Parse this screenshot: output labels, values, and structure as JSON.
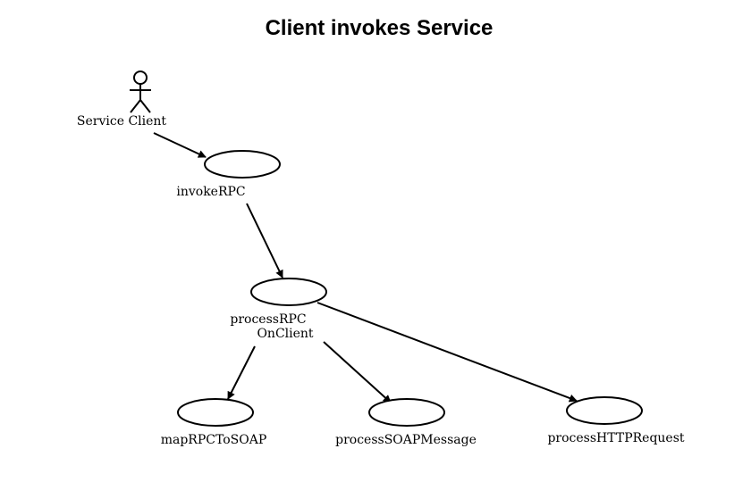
{
  "title": "Client invokes Service",
  "actor": {
    "label": "Service Client"
  },
  "use_cases": [
    {
      "id": "invoke",
      "lines": [
        "invokeRPC"
      ]
    },
    {
      "id": "process",
      "lines": [
        "processRPC",
        "OnClient"
      ]
    },
    {
      "id": "map",
      "lines": [
        "mapRPCToSOAP"
      ]
    },
    {
      "id": "soap",
      "lines": [
        "processSOAPMessage"
      ]
    },
    {
      "id": "http",
      "lines": [
        "processHTTPRequest"
      ]
    }
  ],
  "edges": [
    {
      "from": "actor",
      "to": "invoke"
    },
    {
      "from": "invoke",
      "to": "process"
    },
    {
      "from": "process",
      "to": "map"
    },
    {
      "from": "process",
      "to": "soap"
    },
    {
      "from": "process",
      "to": "http"
    }
  ]
}
